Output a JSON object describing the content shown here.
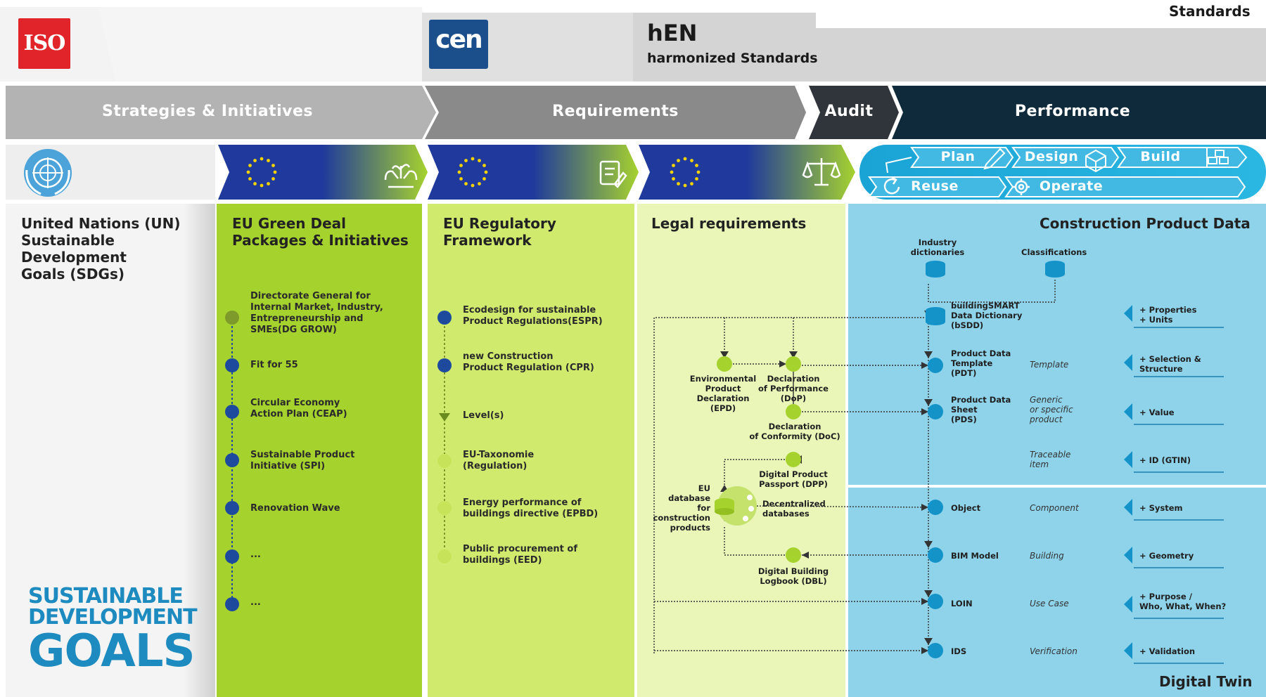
{
  "header": {
    "iso_logo": "ISO",
    "cen_logo": "cen",
    "hen_title": "hEN",
    "hen_subtitle": "harmonized Standards",
    "standards": "Standards"
  },
  "phases": {
    "strategies": "Strategies & Initiatives",
    "requirements": "Requirements",
    "audit": "Audit",
    "performance": "Performance"
  },
  "lifecycle": {
    "plan": "Plan",
    "design": "Design",
    "build": "Build",
    "reuse": "Reuse",
    "operate": "Operate"
  },
  "icons": [
    "un-emblem-icon",
    "eu-stars-icon",
    "hands-plant-icon",
    "document-pen-icon",
    "scales-icon",
    "pencil-icon",
    "cube-icon",
    "blocks-icon",
    "recycle-icon",
    "gear-icon",
    "database-icon"
  ],
  "columns": {
    "un": {
      "title": [
        "United Nations (UN)",
        "Sustainable",
        "Development",
        "Goals (SDGs)"
      ],
      "sdg_logo": [
        "SUSTAINABLE",
        "DEVELOPMENT",
        "GOALS"
      ]
    },
    "green_deal": {
      "title": [
        "EU Green Deal",
        "Packages & Initiatives"
      ],
      "items": [
        [
          "Directorate General for",
          "Internal Market, Industry,",
          "Entrepreneurship and",
          "SMEs(DG GROW)"
        ],
        [
          "Fit for 55"
        ],
        [
          "Circular Economy",
          "Action Plan (CEAP)"
        ],
        [
          "Sustainable Product",
          "Initiative (SPI)"
        ],
        [
          "Renovation Wave"
        ],
        [
          "..."
        ],
        [
          "..."
        ]
      ]
    },
    "regulatory": {
      "title": [
        "EU Regulatory",
        "Framework"
      ],
      "items": [
        [
          "Ecodesign for sustainable",
          "Product Regulations(ESPR)"
        ],
        [
          "new Construction",
          "Product Regulation (CPR)"
        ],
        [
          "Level(s)"
        ],
        [
          "EU-Taxonomie",
          "(Regulation)"
        ],
        [
          "Energy performance of",
          "buildings directive (EPBD)"
        ],
        [
          "Public procurement of",
          "buildings (EED)"
        ]
      ]
    },
    "legal": {
      "title": "Legal requirements",
      "epd": [
        "Environmental",
        "Product",
        "Declaration",
        "(EPD)"
      ],
      "dop": [
        "Declaration",
        "of Performance",
        "(DoP)"
      ],
      "doc": [
        "Declaration",
        "of Conformity (DoC)"
      ],
      "dpp": [
        "Digital Product",
        "Passport (DPP)"
      ],
      "eu_db": [
        "EU",
        "database",
        "for",
        "construction",
        "products"
      ],
      "decentral": [
        "Decentralized",
        "databases"
      ],
      "dbl": [
        "Digital Building",
        "Logbook (DBL)"
      ]
    },
    "product_data": {
      "title": "Construction Product Data",
      "industry_dict": [
        "Industry",
        "dictionaries"
      ],
      "classifications": "Classifications",
      "bsdd": [
        "buildingSMART",
        "Data Dictionary",
        "(bSDD)"
      ],
      "pdt": [
        "Product Data",
        "Template",
        "(PDT)"
      ],
      "pds": [
        "Product Data",
        "Sheet",
        "(PDS)"
      ],
      "template": "Template",
      "generic": [
        "Generic",
        "or specific",
        "product"
      ],
      "traceable": [
        "Traceable",
        "item"
      ],
      "properties": [
        "+ Properties",
        "+ Units"
      ],
      "selection": [
        "+ Selection &",
        "Structure"
      ],
      "value": "+ Value",
      "gtin": "+ ID (GTIN)",
      "digital_twin": "Digital Twin",
      "object": "Object",
      "component": "Component",
      "system": "+ System",
      "bim": "BIM Model",
      "building": "Building",
      "geometry": "+ Geometry",
      "loin": "LOIN",
      "use_case": "Use Case",
      "purpose": [
        "+ Purpose /",
        "Who, What, When?"
      ],
      "ids": "IDS",
      "verification": "Verification",
      "validation": "+ Validation"
    }
  },
  "colors": {
    "grey_arrow": "#b7b7b7",
    "dark_arrow": "#2d3338",
    "navy_arrow": "#0f2a3a",
    "eu_blue": "#1f3a9c",
    "lime": "#a6d22e",
    "lime_light": "#d4ec7c",
    "lime_pale": "#ecf6c4",
    "cyan": "#8fd3ea",
    "cyan_dark": "#27a7d6",
    "node_blue": "#1d4a9c"
  }
}
